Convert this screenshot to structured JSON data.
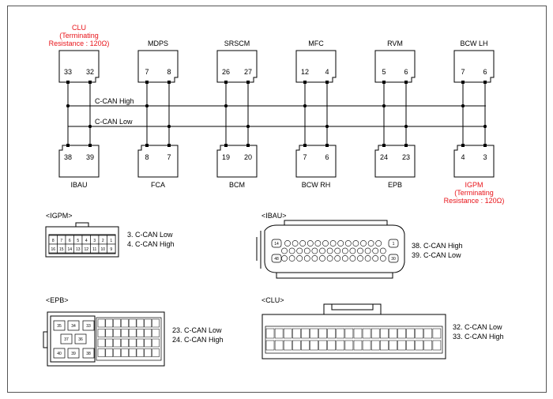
{
  "colors": {
    "accent": "#e8141a",
    "line": "#000000"
  },
  "bus": {
    "high_label": "C-CAN High",
    "low_label": "C-CAN Low"
  },
  "top_modules": [
    {
      "name": "CLU",
      "note": [
        "(Terminating",
        "Resistance : 120Ω)"
      ],
      "pins": [
        "33",
        "32"
      ],
      "red": true
    },
    {
      "name": "MDPS",
      "pins": [
        "7",
        "8"
      ]
    },
    {
      "name": "SRSCM",
      "pins": [
        "26",
        "27"
      ]
    },
    {
      "name": "MFC",
      "pins": [
        "12",
        "4"
      ]
    },
    {
      "name": "RVM",
      "pins": [
        "5",
        "6"
      ]
    },
    {
      "name": "BCW LH",
      "pins": [
        "7",
        "6"
      ]
    }
  ],
  "bottom_modules": [
    {
      "name": "IBAU",
      "pins": [
        "38",
        "39"
      ]
    },
    {
      "name": "FCA",
      "pins": [
        "8",
        "7"
      ]
    },
    {
      "name": "BCM",
      "pins": [
        "19",
        "20"
      ]
    },
    {
      "name": "BCW RH",
      "pins": [
        "7",
        "6"
      ]
    },
    {
      "name": "EPB",
      "pins": [
        "24",
        "23"
      ]
    },
    {
      "name": "IGPM",
      "note": [
        "(Terminating",
        "Resistance : 120Ω)"
      ],
      "pins": [
        "4",
        "3"
      ],
      "red": true
    }
  ],
  "connectors": {
    "igpm": {
      "title": "<IGPM>",
      "pins_top": [
        "8",
        "7",
        "6",
        "5",
        "4",
        "3",
        "2",
        "1"
      ],
      "pins_bottom": [
        "16",
        "15",
        "14",
        "13",
        "12",
        "11",
        "10",
        "9"
      ],
      "legend": [
        "3. C-CAN Low",
        "4. C-CAN High"
      ]
    },
    "ibau": {
      "title": "<IBAU>",
      "legend": [
        "38. C-CAN High",
        "39. C-CAN Low"
      ],
      "big_pins": [
        "14",
        "1",
        "48",
        "30"
      ]
    },
    "epb": {
      "title": "<EPB>",
      "big_pins": [
        "35",
        "34",
        "33",
        "37",
        "36",
        "40",
        "39",
        "38"
      ],
      "legend": [
        "23. C-CAN Low",
        "24. C-CAN High"
      ]
    },
    "clu": {
      "title": "<CLU>",
      "legend": [
        "32. C-CAN Low",
        "33. C-CAN High"
      ]
    }
  }
}
